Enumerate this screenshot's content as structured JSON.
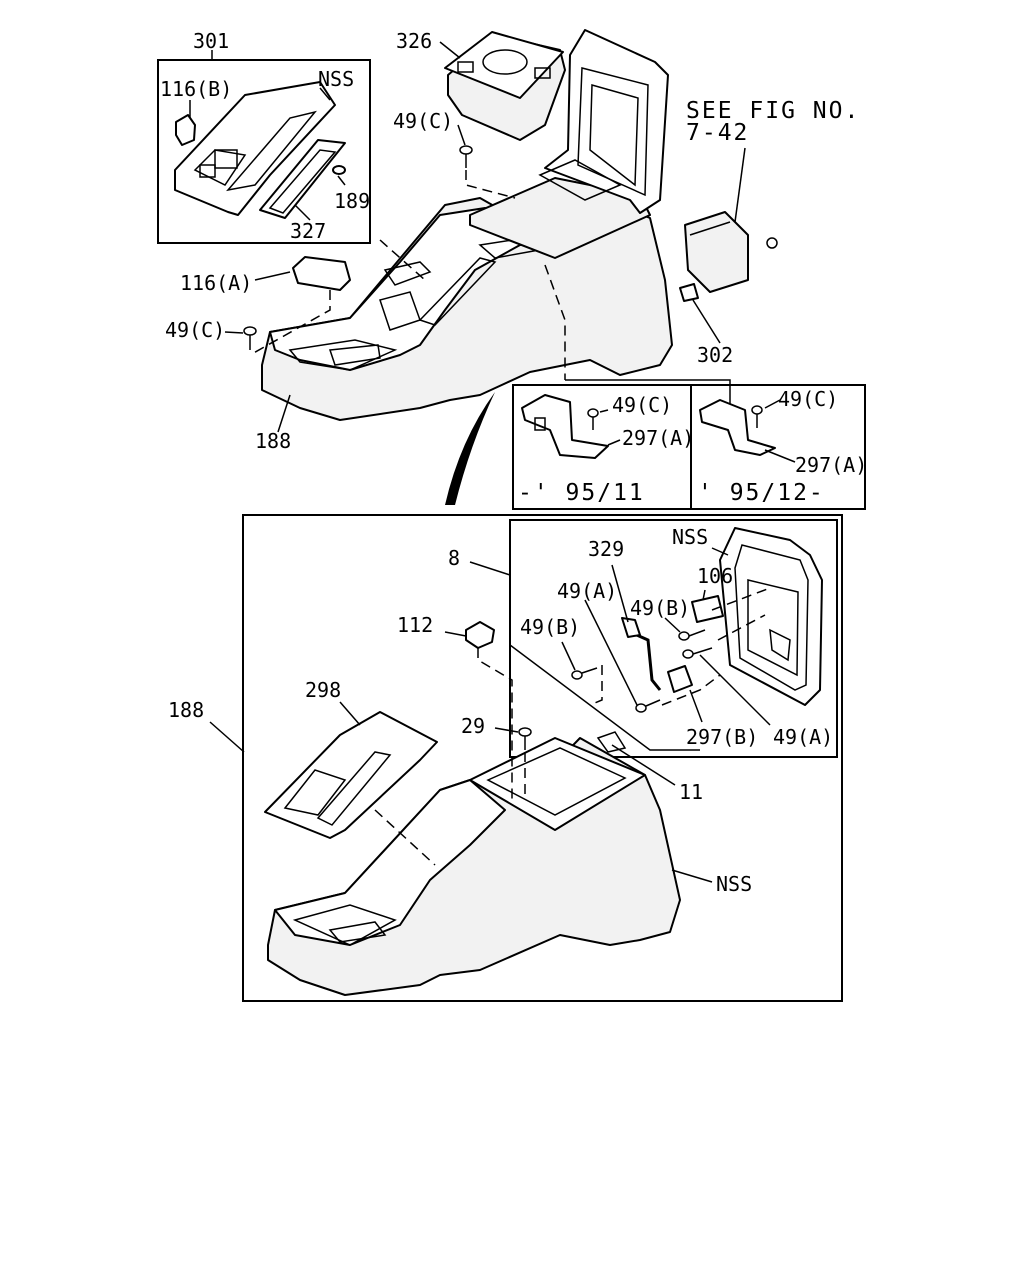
{
  "reference": {
    "line1": "SEE FIG NO.",
    "line2": "7-42"
  },
  "labels": {
    "p301": "301",
    "p326": "326",
    "p116b": "116(B)",
    "nss_top": "NSS",
    "p49c_top": "49(C)",
    "p189": "189",
    "p327": "327",
    "p116a": "116(A)",
    "p49c_left": "49(C)",
    "p188_top": "188",
    "p302": "302",
    "p49c_inset1": "49(C)",
    "p297a_inset1": "297(A)",
    "range1": "-' 95/11",
    "p49c_inset2": "49(C)",
    "p297a_inset2": "297(A)",
    "range2": "' 95/12-",
    "p8": "8",
    "p329": "329",
    "nss_frame": "NSS",
    "p106": "106",
    "p49a_upper": "49(A)",
    "p49b_right": "49(B)",
    "p112": "112",
    "p49b_left": "49(B)",
    "p298": "298",
    "p188_bottom": "188",
    "p29": "29",
    "p297b": "297(B)",
    "p49a_lower": "49(A)",
    "p11": "11",
    "nss_bottom": "NSS"
  }
}
